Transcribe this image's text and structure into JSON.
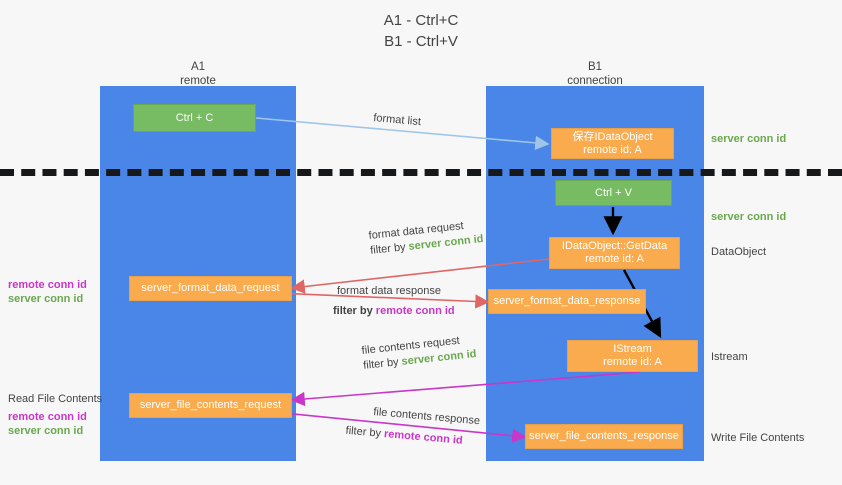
{
  "title": "A1 - Ctrl+C\nB1 - Ctrl+V",
  "lanes": [
    {
      "name": "A1",
      "sub": "remote",
      "header": "A1\nremote"
    },
    {
      "name": "B1",
      "sub": "connection",
      "header": "B1\nconnection"
    }
  ],
  "boxes": {
    "ctrl_c": {
      "label": "Ctrl + C",
      "color": "#77bb63"
    },
    "ctrl_v": {
      "label": "Ctrl + V",
      "color": "#77bb63"
    },
    "save_idataobject": {
      "line1": "保存IDataObject",
      "line2": "remote id: A",
      "color": "#f9ab4d"
    },
    "getdata": {
      "line1": "IDataObject::GetData",
      "line2": "remote id: A",
      "color": "#f9ab4d"
    },
    "istream": {
      "line1": "IStream",
      "line2": "remote id: A",
      "color": "#f9ab4d"
    },
    "server_format_data_request": {
      "label": "server_format_data_request",
      "color": "#f9ab4d"
    },
    "server_format_data_response": {
      "label": "server_format_data_response",
      "color": "#f9ab4d"
    },
    "server_file_contents_request": {
      "label": "server_file_contents_request",
      "color": "#f9ab4d"
    },
    "server_file_contents_response": {
      "label": "server_file_contents_response",
      "color": "#f9ab4d"
    }
  },
  "arrow_labels": {
    "format_list": "format list",
    "format_data_request": {
      "line1": "format data request",
      "prefix": "filter by ",
      "token": "server conn id"
    },
    "format_data_response": {
      "line1": "format data response",
      "prefix": "filter by ",
      "token": "remote conn id"
    },
    "file_contents_request": {
      "line1": "file contents request",
      "prefix": "filter by ",
      "token": "server conn id"
    },
    "file_contents_response": {
      "line1": "file contents response",
      "prefix": "filter by ",
      "token": "remote conn id"
    }
  },
  "side_labels": {
    "server_conn_id": "server conn id",
    "remote_conn_id": "remote conn id",
    "read_file_contents": "Read File Contents",
    "write_file_contents": "Write File Contents",
    "dataobject": "DataObject",
    "istream": "Istream"
  },
  "colors": {
    "lane": "#4a86e8",
    "orange": "#f9ab4d",
    "green_box": "#77bb63",
    "green_text": "#6aa84f",
    "magenta_text": "#c936c9",
    "red_arrow": "#e06666",
    "blue_arrow": "#9fc5e8",
    "black_arrow": "#000000",
    "magenta_arrow": "#c936c9",
    "background": "#f7f7f7",
    "text": "#434343"
  }
}
